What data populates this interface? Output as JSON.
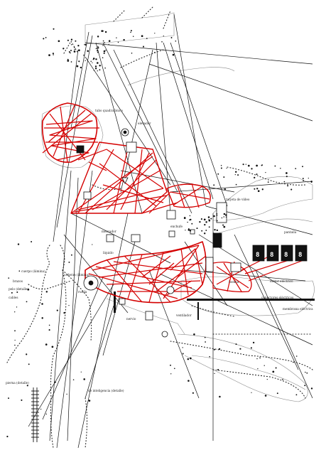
{
  "diagram": {
    "colors": {
      "background": "#ffffff",
      "wiring_red": "#d40000",
      "ink": "#111111",
      "grey": "#777777"
    },
    "labels": {
      "head": "tubo quadrafónico",
      "elevator": "elevador",
      "motor_socket": "enchufe",
      "mix_unit": "mezcador",
      "panel_right": "tarjeta de vídeo",
      "display": "pantalla",
      "body": "cuerpo (lámina)",
      "hips": "caderas (lámina)",
      "liquid": "líquido",
      "arms": "brazos",
      "hair": "pelo (detalle)",
      "wheel": "rueda",
      "cable_left": "cables",
      "nerve": "nervio",
      "fan": "ventilador",
      "tank": "bomba",
      "tubes": "motor eléctrico",
      "elec1": "conectores eléctricos",
      "elec2": "membrana eléctrica",
      "legs": "pierna (detalle)",
      "feet": "de inteligencia (detalle)"
    },
    "display_digits": [
      "8",
      "8",
      "8",
      "8"
    ]
  }
}
